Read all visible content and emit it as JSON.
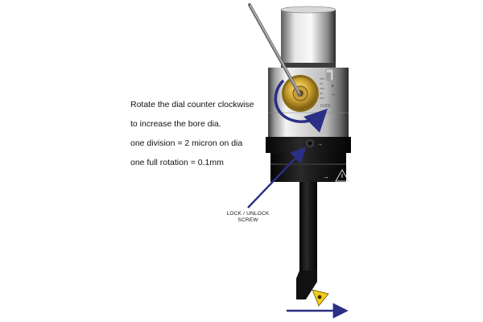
{
  "instructions": {
    "line1": "Rotate the dial counter clockwise",
    "line2": "to increase the bore dia.",
    "line3": "one division = 2 micron on dia",
    "line4": "one full rotation = 0.1mm"
  },
  "callout": {
    "line1": "LOCK / UNLOCK",
    "line2": "SCREW"
  },
  "head_markings": {
    "scale_mark_a": "+",
    "scale_mark_b": "−",
    "small_engraving": "0.002",
    "lock_symbol": "→",
    "direction_symbol": "→"
  },
  "colors": {
    "arrow": "#2b2f86",
    "steel_light": "#f2f2f2",
    "steel_dark": "#4a4a4a",
    "black_body": "#111111",
    "brass": "#d2a629",
    "insert": "#f2cc1a"
  }
}
